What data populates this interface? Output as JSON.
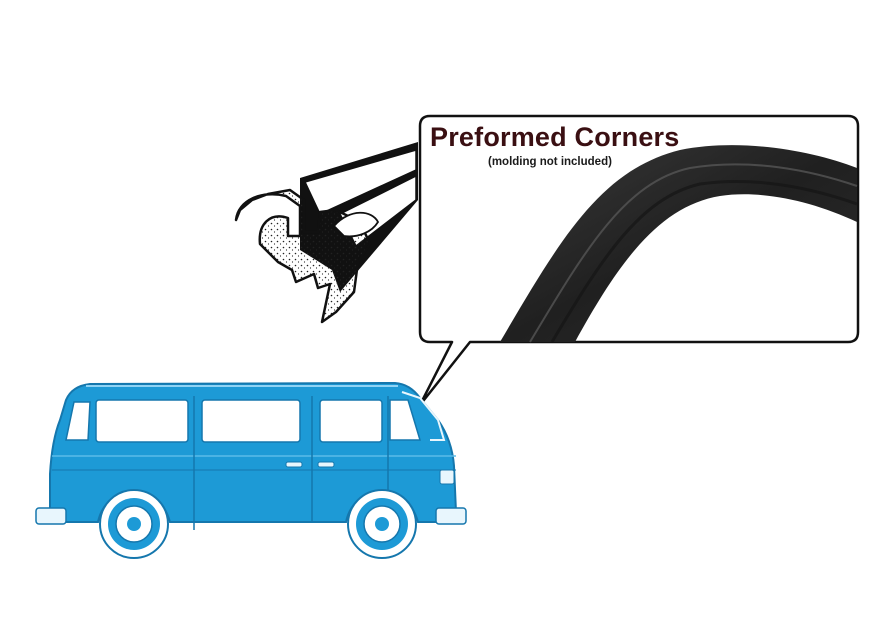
{
  "callout": {
    "title": "Preformed Corners",
    "subtitle": "(molding not included)"
  },
  "colors": {
    "van_body": "#1d9ad6",
    "van_outline": "#1577ad",
    "van_light": "#e8f6fd",
    "title_text": "#3a0f12",
    "seal_rubber": "#2a2a2a"
  },
  "icons": {
    "van": "van-illustration",
    "seal_profile": "seal-cross-section",
    "seal_photo": "preformed-corner-seal"
  }
}
